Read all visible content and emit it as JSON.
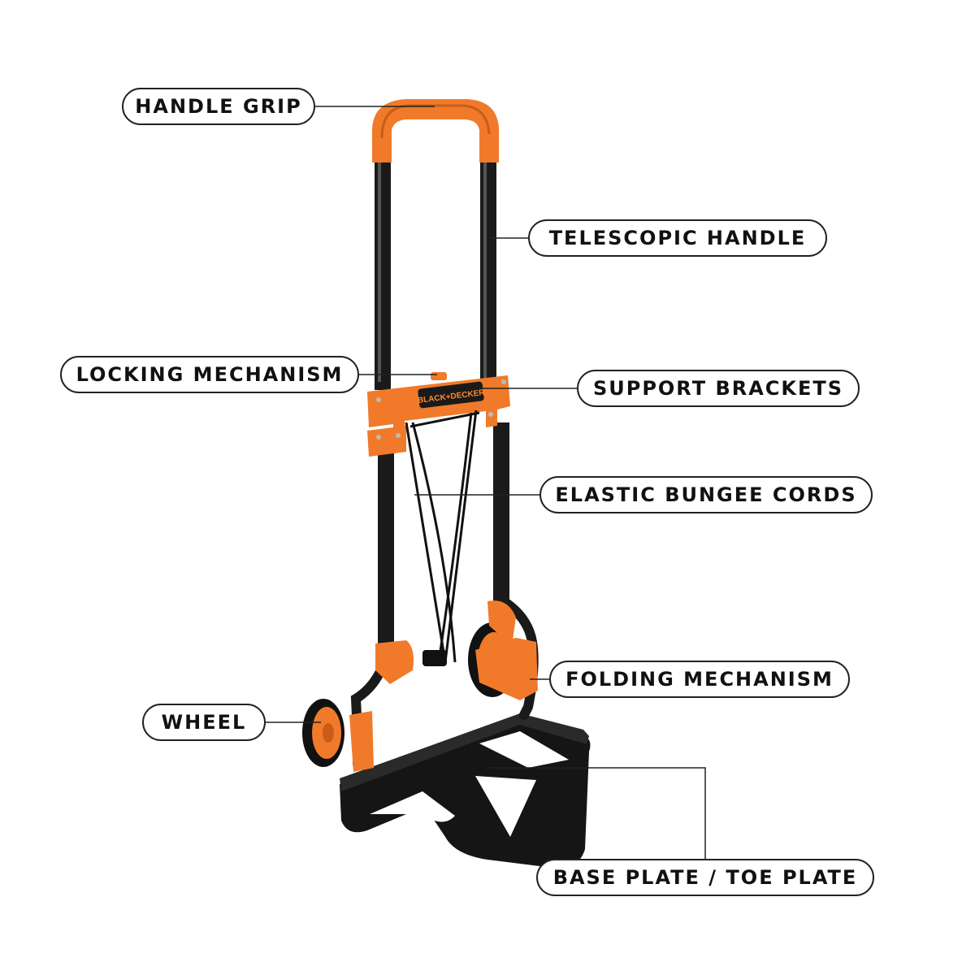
{
  "colors": {
    "orange": "#f07a2a",
    "orange_dark": "#c85d17",
    "frame_black": "#1a1a1a",
    "leader_line": "#222222"
  },
  "product": {
    "brand": "BLACK+DECKER"
  },
  "labels": {
    "handle_grip": "HANDLE GRIP",
    "telescopic_handle": "TELESCOPIC HANDLE",
    "locking_mechanism": "LOCKING MECHANISM",
    "support_brackets": "SUPPORT BRACKETS",
    "elastic_bungee_cords": "ELASTIC BUNGEE CORDS",
    "folding_mechanism": "FOLDING MECHANISM",
    "wheel": "WHEEL",
    "base_plate": "BASE PLATE / TOE PLATE"
  }
}
